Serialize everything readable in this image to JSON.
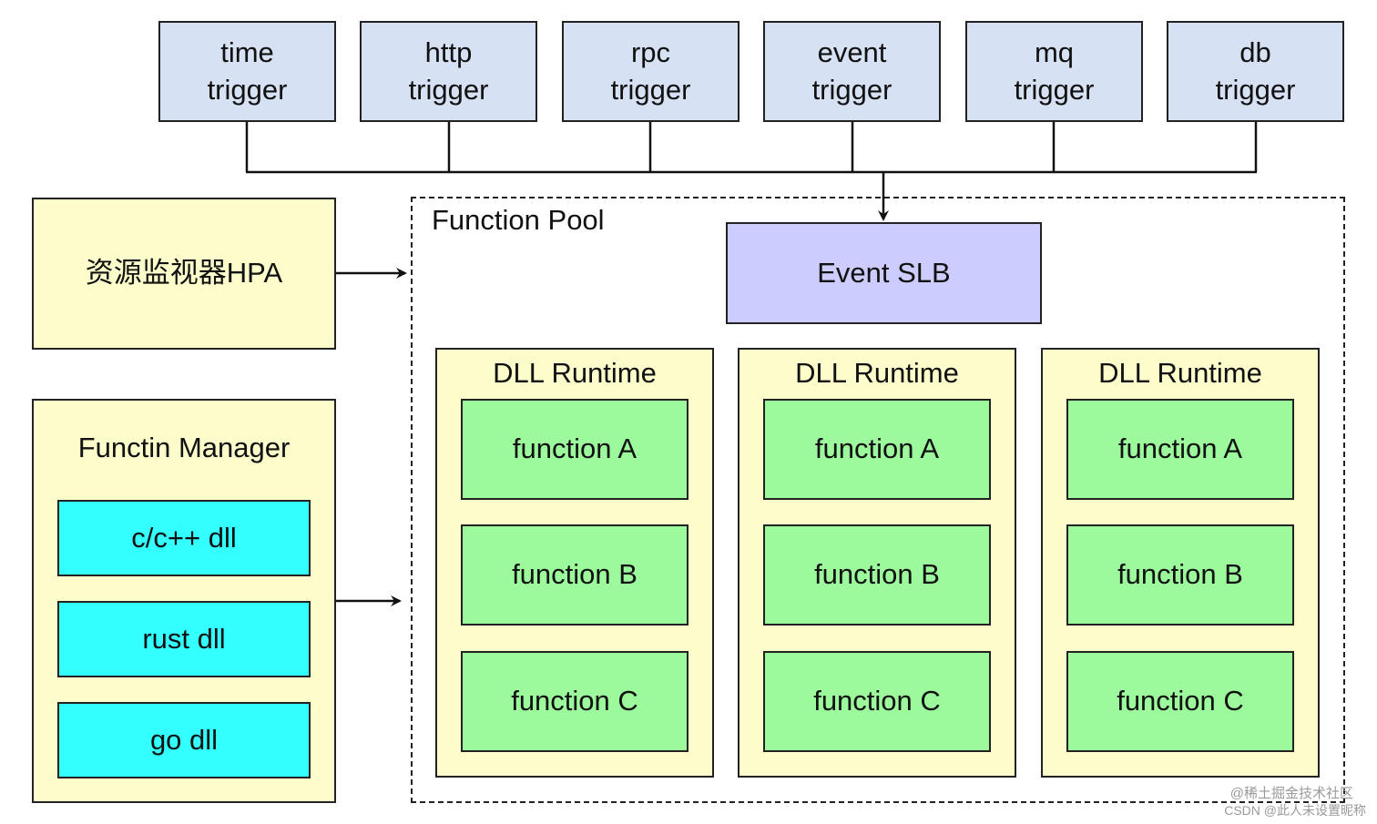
{
  "triggers": [
    {
      "line1": "time",
      "line2": "trigger"
    },
    {
      "line1": "http",
      "line2": "trigger"
    },
    {
      "line1": "rpc",
      "line2": "trigger"
    },
    {
      "line1": "event",
      "line2": "trigger"
    },
    {
      "line1": "mq",
      "line2": "trigger"
    },
    {
      "line1": "db",
      "line2": "trigger"
    }
  ],
  "monitor": {
    "label": "资源监视器HPA"
  },
  "manager": {
    "title": "Functin Manager",
    "dlls": [
      "c/c++ dll",
      "rust dll",
      "go dll"
    ]
  },
  "pool": {
    "title": "Function Pool",
    "slb": "Event SLB",
    "runtimes": [
      {
        "title": "DLL Runtime",
        "functions": [
          "function A",
          "function B",
          "function C"
        ]
      },
      {
        "title": "DLL Runtime",
        "functions": [
          "function A",
          "function B",
          "function C"
        ]
      },
      {
        "title": "DLL Runtime",
        "functions": [
          "function A",
          "function B",
          "function C"
        ]
      }
    ]
  },
  "watermark": {
    "line1": "@稀土掘金技术社区",
    "line2": "CSDN @此人未设置昵称"
  },
  "colors": {
    "trigger": "#d6e1f4",
    "yellow": "#fdfdcc",
    "function": "#9cf99c",
    "dll": "#33ffff",
    "slb": "#ccccff"
  }
}
